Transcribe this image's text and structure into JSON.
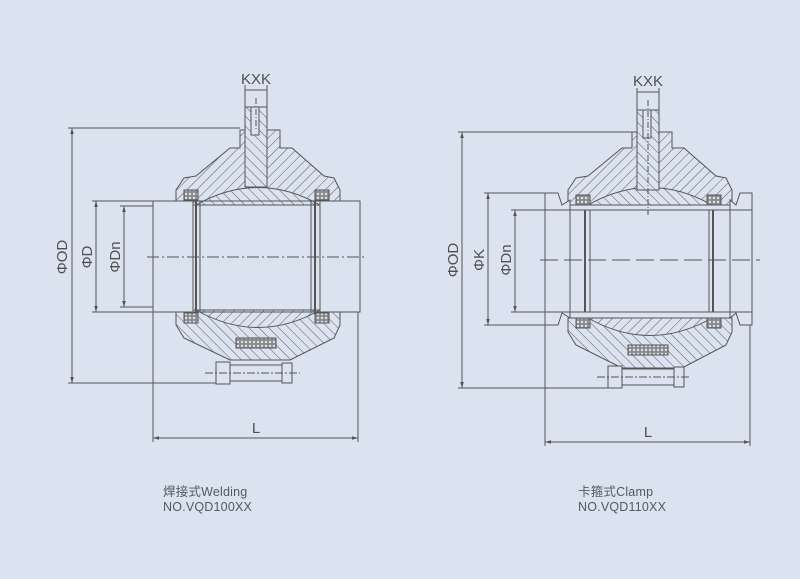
{
  "background_color": "#dbe2f0",
  "line_color": "#555555",
  "diagrams": [
    {
      "id": "welding",
      "caption_title": "焊接式Welding",
      "caption_model": "NO.VQD100XX",
      "dimensions": {
        "stem": "KXK",
        "outer": "ΦOD",
        "second": "ΦD",
        "inner": "ΦDn",
        "length": "L"
      }
    },
    {
      "id": "clamp",
      "caption_title": "卡箍式Clamp",
      "caption_model": "NO.VQD110XX",
      "dimensions": {
        "stem": "KXK",
        "outer": "ΦOD",
        "second": "ΦK",
        "inner": "ΦDn",
        "length": "L"
      }
    }
  ]
}
